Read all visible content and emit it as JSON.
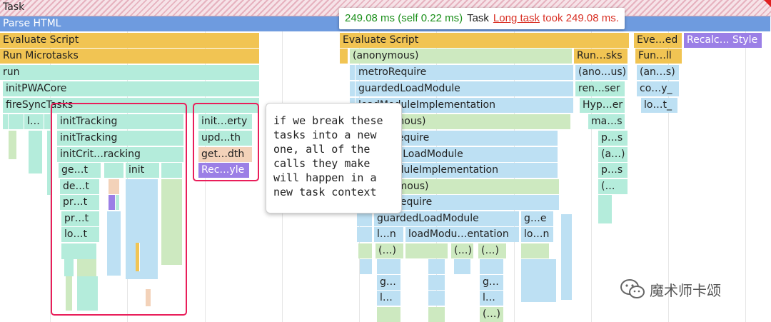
{
  "colors": {
    "parse": "#6e9bdf",
    "script": "#f1c453",
    "teal": "#b4ecdb",
    "blue": "#bde0f3",
    "green": "#cde9c0",
    "peach": "#f3d2b9",
    "purple": "#9b7fe6",
    "pinkline": "#e91e5a"
  },
  "task_row": {
    "label": "Task"
  },
  "tooltip": {
    "time": "249.08 ms (self 0.22 ms)",
    "title": "Task",
    "link": "Long task",
    "rest": " took 249.08 ms."
  },
  "note": {
    "text": "if we break these\ntasks into a new\none, all of the\ncalls they make\nwill happen in a\nnew task context"
  },
  "watermark": {
    "icon": "wechat-icon",
    "text": "魔术师卡颂"
  },
  "labels": {
    "parse_html": "Parse HTML",
    "evaluate_script": "Evaluate Script",
    "run_microtasks": "Run Microtasks",
    "run": "run",
    "init_pwa_core": "initPWACore",
    "fire_sync_tasks": "fireSyncTasks",
    "l_dots": "l…",
    "init_tracking_1": "initTracking",
    "init_tracking_2": "initTracking",
    "init_crit_racking": "initCrit…racking",
    "ge_t": "ge…t",
    "init": "init",
    "de_t": "de…t",
    "pr_t_1": "pr…t",
    "pr_t_2": "pr…t",
    "lo_t": "lo…t",
    "init_erty": "init…erty",
    "upd_th": "upd…th",
    "get_dth": "get…dth",
    "rec_yle": "Rec…yle",
    "evaluate_script_2": "Evaluate Script",
    "anonymous_1": "(anonymous)",
    "run_sks": "Run…sks",
    "metro_require_1": "metroRequire",
    "ano_us": "(ano…us)",
    "guarded_load_module_1": "guardedLoadModule",
    "ren_ser": "ren…ser",
    "load_module_impl_1": "loadModuleImplementation",
    "hyp_er": "Hyp…er",
    "anonymous_2": "(anonymous)",
    "ma_s": "ma…s",
    "metro_require_2": "metroRequire",
    "p_s_1": "p…s",
    "guarded_load_module_2": "guardedLoadModule",
    "a_dots": "(a…)",
    "load_module_impl_2": "loadModuleImplementation",
    "p_s_2": "p…s",
    "anonymous_3": "(anonymous)",
    "paren_dots_1": "(…",
    "metro_require_3": "metroRequire",
    "guarded_load_module_3": "guardedLoadModule",
    "g_e": "g…e",
    "l_n_1": "l…n",
    "load_modu_entation": "loadModu…entation",
    "lo_n": "lo…n",
    "paren_1": "(…)",
    "paren_2": "(…)",
    "paren_3": "(…)",
    "g_1": "g…",
    "g_2": "g…",
    "l_1": "l…",
    "l_2": "l…",
    "paren_4": "(…)",
    "eve_ed": "Eve…ed",
    "recalc_style": "Recalc… Style",
    "fun_ll": "Fun…ll",
    "an_s": "(an…s)",
    "co_y": "co…y_",
    "lo_t_2": "lo…t_"
  }
}
